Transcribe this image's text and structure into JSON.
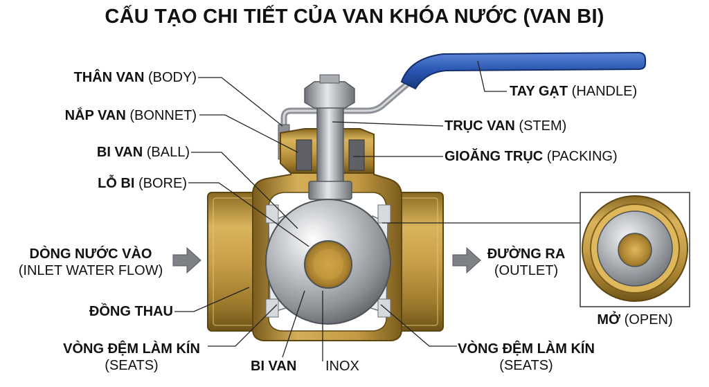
{
  "title": "CẤU TẠO CHI TIẾT CỦA VAN KHÓA NƯỚC (VAN BI)",
  "labels": {
    "body": {
      "bold": "THÂN VAN",
      "paren": "(BODY)"
    },
    "bonnet": {
      "bold": "NẮP VAN",
      "paren": "(BONNET)"
    },
    "ball": {
      "bold": "BI VAN",
      "paren": "(BALL)"
    },
    "bore": {
      "bold": "LỖ BI",
      "paren": "(BORE)"
    },
    "inlet": {
      "bold": "DÒNG NƯỚC VÀO",
      "paren": "(INLET WATER FLOW)"
    },
    "brass": {
      "bold": "ĐỒNG THAU"
    },
    "seats_left": {
      "bold": "VÒNG ĐỆM LÀM KÍN",
      "paren": "(SEATS)"
    },
    "ball_bottom": {
      "bold": "BI VAN"
    },
    "inox": {
      "text": "INOX"
    },
    "handle": {
      "bold": "TAY GẠT",
      "paren": "(HANDLE)"
    },
    "stem": {
      "bold": "TRỤC VAN",
      "paren": "(STEM)"
    },
    "packing": {
      "bold": "GIOĂNG TRỤC",
      "paren": "(PACKING)"
    },
    "outlet": {
      "bold": "ĐƯỜNG RA",
      "paren": "(OUTLET)"
    },
    "seats_right": {
      "bold": "VÒNG ĐỆM LÀM KÍN",
      "paren": "(SEATS)"
    },
    "open": {
      "bold": "MỞ",
      "paren": "(OPEN)"
    }
  },
  "colors": {
    "brass": "#b8923a",
    "handle": "#2a55b0",
    "steel": "#b9bcc0",
    "seat": "#e9ecef",
    "packing": "#5f6166",
    "cavity": "#ffffff"
  }
}
